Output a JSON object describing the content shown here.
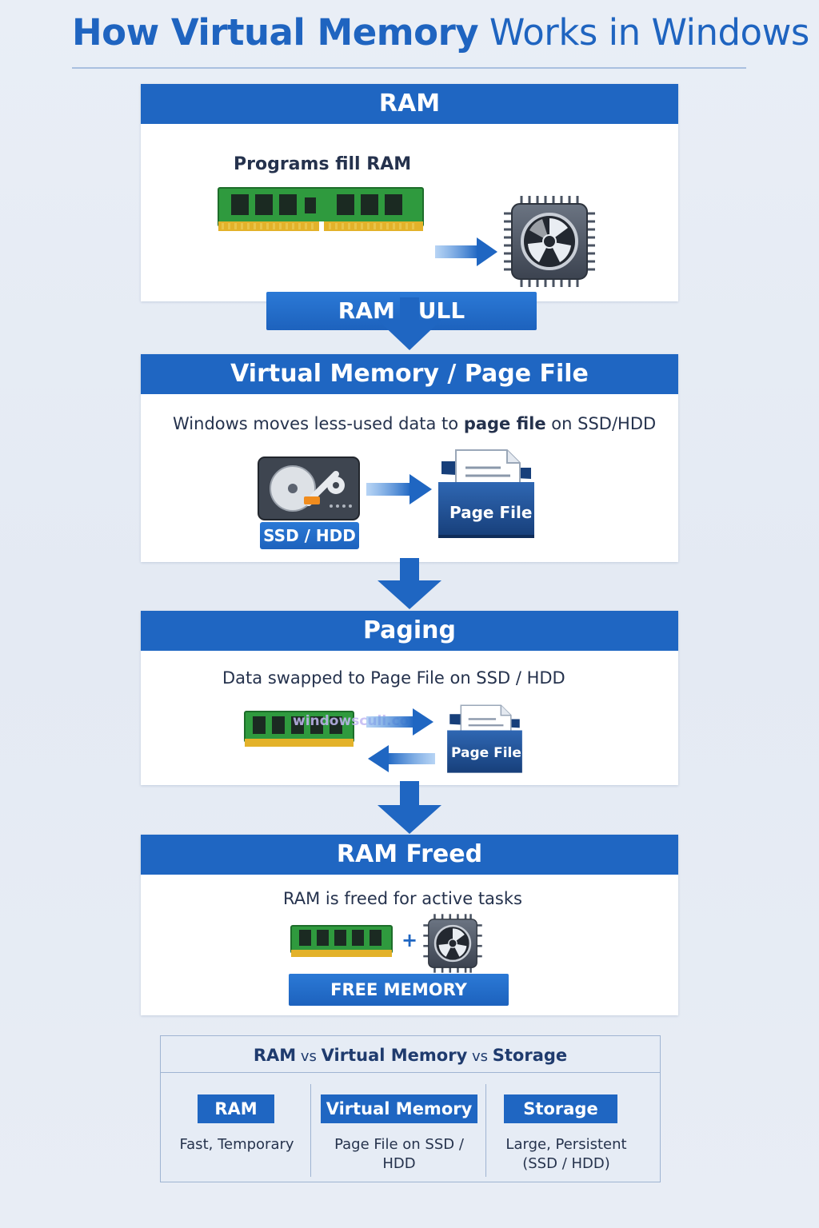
{
  "title": {
    "bold": "How Virtual Memory",
    "light": "Works in Windows"
  },
  "colors": {
    "brand": "#1f66c2",
    "ram_green": "#2f9a3e",
    "gold": "#e3b22a",
    "chip": "#4a5362",
    "folder": "#1f4f93"
  },
  "steps": [
    {
      "header": "RAM",
      "caption": "Programs fill RAM",
      "badge": "RAM FULL"
    },
    {
      "header": "Virtual Memory / Page File",
      "caption_pre": "Windows moves less-used data to ",
      "caption_bold": "page file",
      "caption_post": " on SSD/HDD",
      "drive_label": "SSD / HDD",
      "folder_label": "Page File"
    },
    {
      "header": "Paging",
      "caption": "Data swapped to Page File on SSD / HDD",
      "folder_label": "Page File",
      "watermark": "windowsculi.com"
    },
    {
      "header": "RAM Freed",
      "caption": "RAM is freed for active tasks",
      "plus": "+",
      "badge": "FREE MEMORY"
    }
  ],
  "comparison": {
    "title_a": "RAM",
    "vs1": " vs ",
    "title_b": "Virtual Memory",
    "vs2": " vs ",
    "title_c": "Storage",
    "columns": [
      {
        "label": "RAM",
        "desc": "Fast, Temporary"
      },
      {
        "label": "Virtual Memory",
        "desc": "Page File on SSD / HDD"
      },
      {
        "label": "Storage",
        "desc_line1": "Large, Persistent",
        "desc_line2": "(SSD / HDD)"
      }
    ]
  }
}
